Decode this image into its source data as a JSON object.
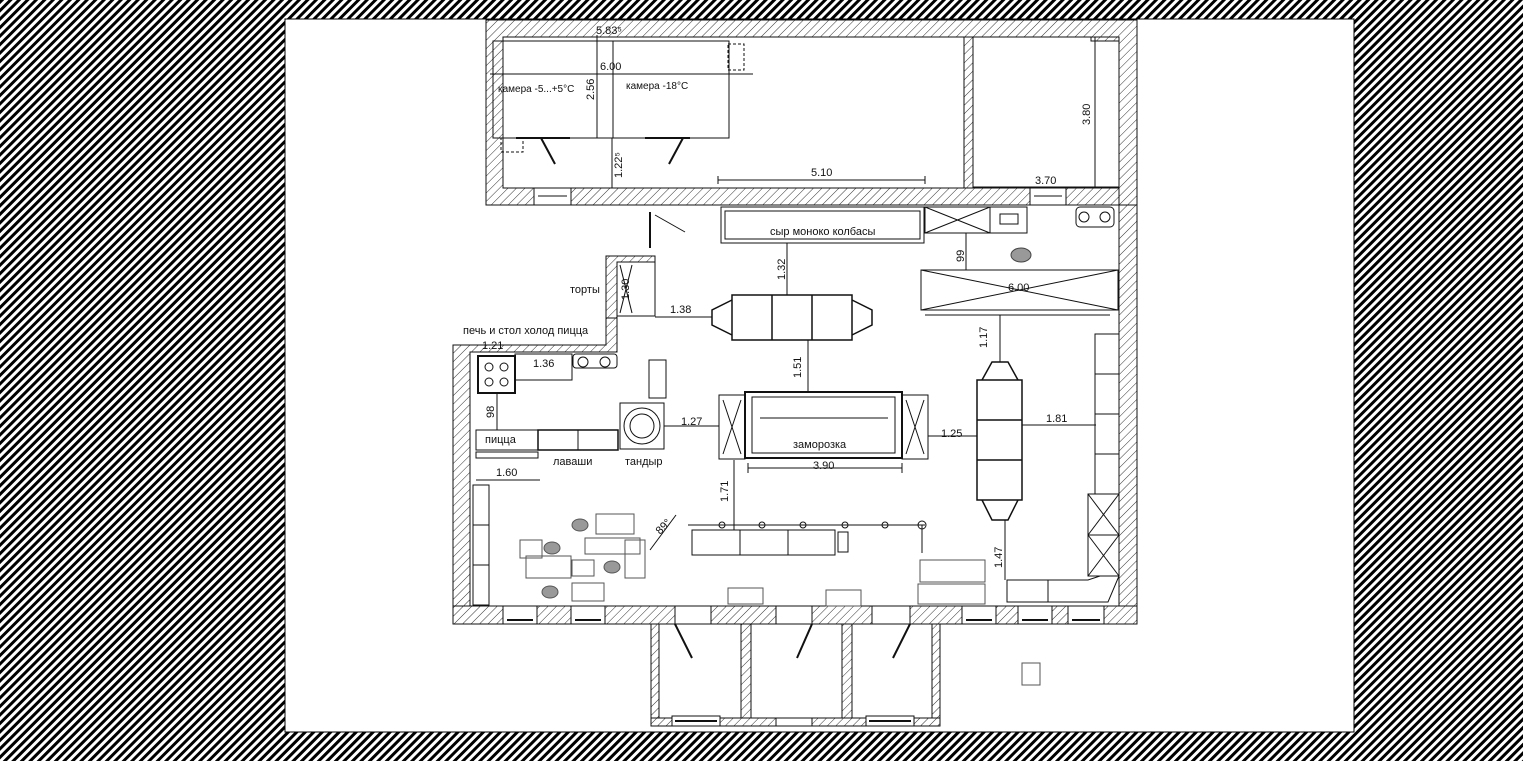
{
  "colors": {
    "background_stripe": "#000000",
    "sheet": "#ffffff",
    "line": "#111111"
  },
  "labels": {
    "chamber_1": "камера -5...+5°С",
    "chamber_2": "камера -18°С",
    "cheese_line": "сыр моноко колбасы",
    "cakes": "торты",
    "oven_table": "печь и стол холод пицца",
    "pizza": "пицца",
    "lavash": "лаваши",
    "tandoor": "тандыр",
    "freezer": "заморозка"
  },
  "dimensions": {
    "d_5_83": "5.83⁵",
    "d_6_00_top": "6.00",
    "d_2_56": "2.56",
    "d_1_22": "1.22⁵",
    "d_5_10": "5.10",
    "d_3_80": "3.80",
    "d_3_70": "3.70",
    "d_99_a": "99",
    "d_1_32": "1.32",
    "d_6_00": "6.00",
    "d_1_30": "1.30",
    "d_1_38": "1.38",
    "d_1_21": "1.21",
    "d_1_36": "1.36",
    "d_1_17": "1.17",
    "d_1_51": "1.51",
    "d_98": "98",
    "d_1_27": "1.27",
    "d_1_25": "1.25",
    "d_1_81": "1.81",
    "d_1_60": "1.60",
    "d_3_90": "3.90",
    "d_1_71": "1.71",
    "d_89": "89°",
    "d_1_47": "1.47"
  }
}
